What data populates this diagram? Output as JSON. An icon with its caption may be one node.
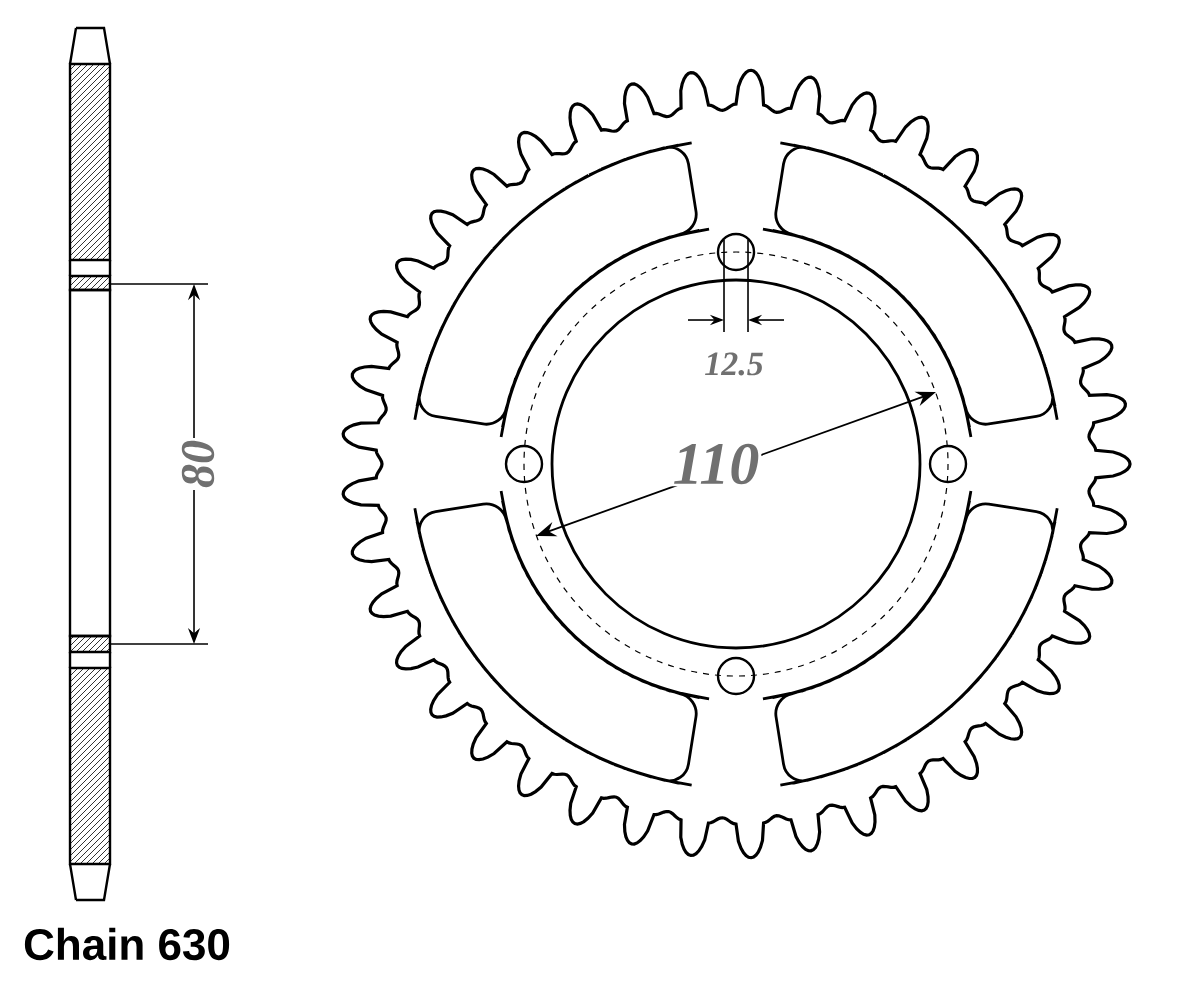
{
  "diagram": {
    "labels": [
      "80",
      "12.5",
      "110",
      "Chain 630"
    ]
  }
}
